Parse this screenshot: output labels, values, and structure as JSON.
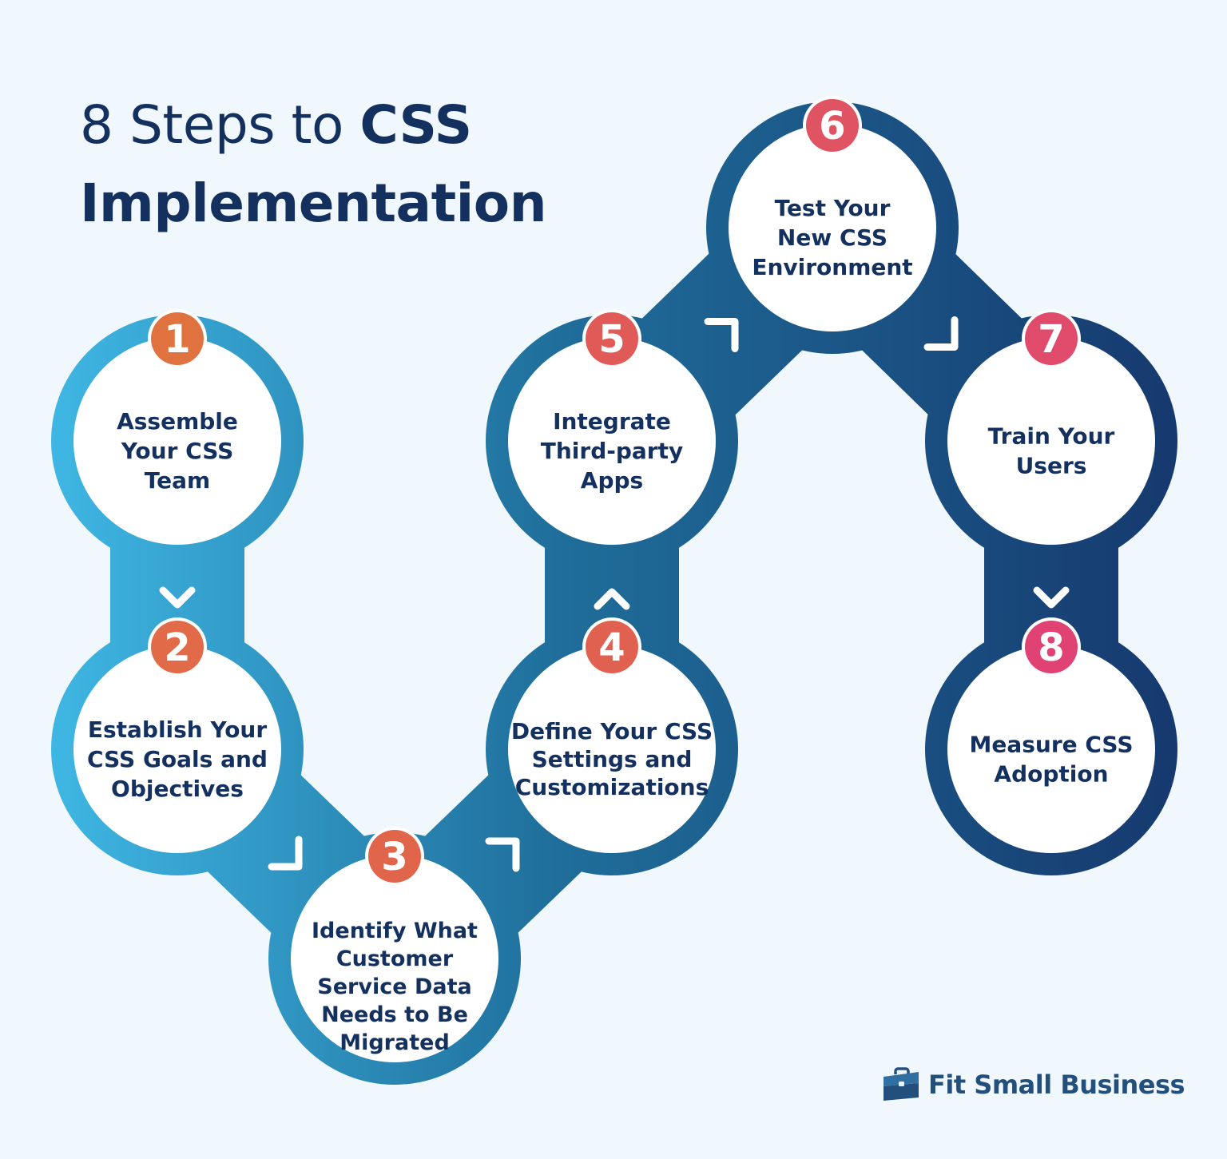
{
  "title": {
    "line1_regular": "8 Steps to ",
    "line1_bold": "CSS",
    "line2": "Implementation"
  },
  "colors": {
    "background": "#f1f8fd",
    "title": "#13305f",
    "label": "#13305f",
    "band_start": "#3fb7e4",
    "band_mid": "#1f6e9b",
    "band_end": "#16396e",
    "number_colors": [
      "#e0723f",
      "#e16b48",
      "#e0654a",
      "#e06150",
      "#e05a58",
      "#e05362",
      "#e04b6b",
      "#e04274"
    ]
  },
  "steps": [
    {
      "number": "1",
      "lines": [
        "Assemble",
        "Your CSS",
        "Team"
      ]
    },
    {
      "number": "2",
      "lines": [
        "Establish Your",
        "CSS Goals and",
        "Objectives"
      ]
    },
    {
      "number": "3",
      "lines": [
        "Identify What",
        "Customer",
        "Service Data",
        "Needs to Be",
        "Migrated"
      ]
    },
    {
      "number": "4",
      "lines": [
        "Define Your CSS",
        "Settings and",
        "Customizations"
      ]
    },
    {
      "number": "5",
      "lines": [
        "Integrate",
        "Third-party",
        "Apps"
      ]
    },
    {
      "number": "6",
      "lines": [
        "Test Your",
        "New CSS",
        "Environment"
      ]
    },
    {
      "number": "7",
      "lines": [
        "Train Your",
        "Users"
      ]
    },
    {
      "number": "8",
      "lines": [
        "Measure CSS",
        "Adoption"
      ]
    }
  ],
  "connectors": [
    {
      "from": "1",
      "to": "2",
      "glyph": "chevron-down"
    },
    {
      "from": "2",
      "to": "3",
      "glyph": "corner-down-right"
    },
    {
      "from": "3",
      "to": "4",
      "glyph": "corner-up-right"
    },
    {
      "from": "4",
      "to": "5",
      "glyph": "chevron-up"
    },
    {
      "from": "5",
      "to": "6",
      "glyph": "corner-up-right"
    },
    {
      "from": "6",
      "to": "7",
      "glyph": "corner-down-right"
    },
    {
      "from": "7",
      "to": "8",
      "glyph": "chevron-down"
    }
  ],
  "brand": {
    "name": "Fit Small Business",
    "icon": "briefcase-icon"
  }
}
